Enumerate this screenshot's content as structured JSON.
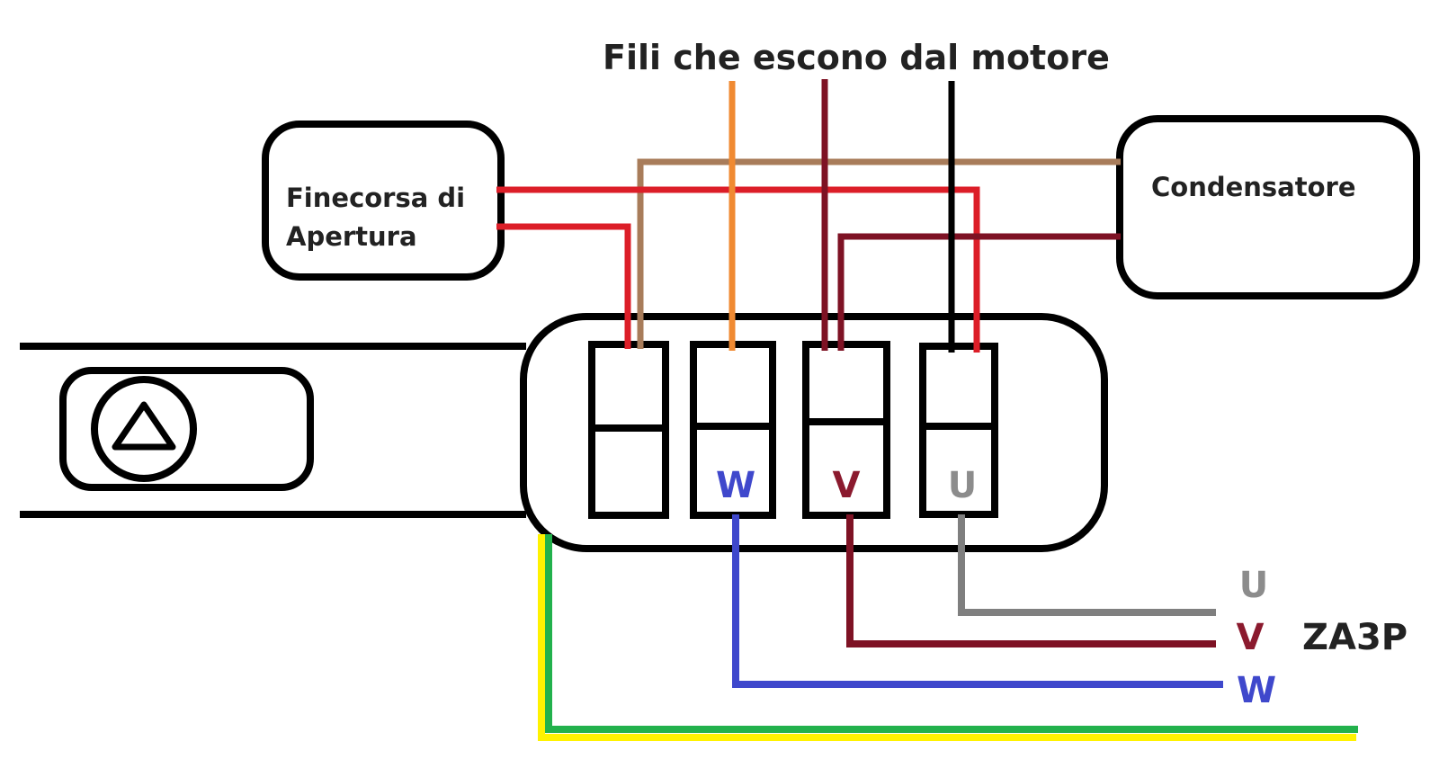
{
  "title": "Fili che escono dal motore",
  "limit_switch": {
    "line1": "Finecorsa di",
    "line2": "Apertura"
  },
  "capacitor": {
    "label": "Condensatore"
  },
  "terminals": [
    {
      "label": ""
    },
    {
      "label": "W"
    },
    {
      "label": "V"
    },
    {
      "label": "U"
    }
  ],
  "outputs": [
    {
      "label": "U"
    },
    {
      "label": "V"
    },
    {
      "label": "W"
    }
  ],
  "model": "ZA3P",
  "colors": {
    "outline": "#000000",
    "red": "#dc1e28",
    "brown": "#a87c5a",
    "orange": "#f08a32",
    "dark_red": "#7e1224",
    "black": "#000000",
    "blue": "#3f48cc",
    "grey": "#7f7f7f",
    "green": "#22b14c",
    "yellow": "#fff200",
    "text": "#222222"
  }
}
